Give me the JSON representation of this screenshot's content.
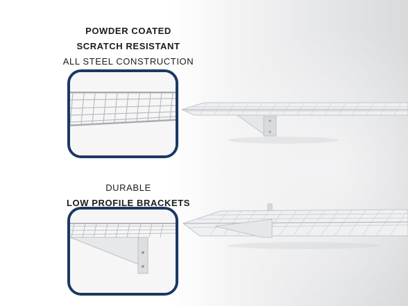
{
  "feature_1": {
    "line_1": "POWDER COATED",
    "line_2": "SCRATCH RESISTANT",
    "line_3": "ALL STEEL CONSTRUCTION"
  },
  "feature_2": {
    "line_1": "DURABLE",
    "line_2": "LOW PROFILE BRACKETS"
  },
  "colors": {
    "inset_border": "#1c3863",
    "text": "#1b1b1b",
    "wire": "#c9cbce",
    "bracket": "#e4e5e7",
    "wall": "#e2e3e5"
  },
  "icons": [
    "wire-shelf-closeup",
    "bracket-closeup",
    "wire-shelf-upper",
    "wire-shelf-lower"
  ]
}
